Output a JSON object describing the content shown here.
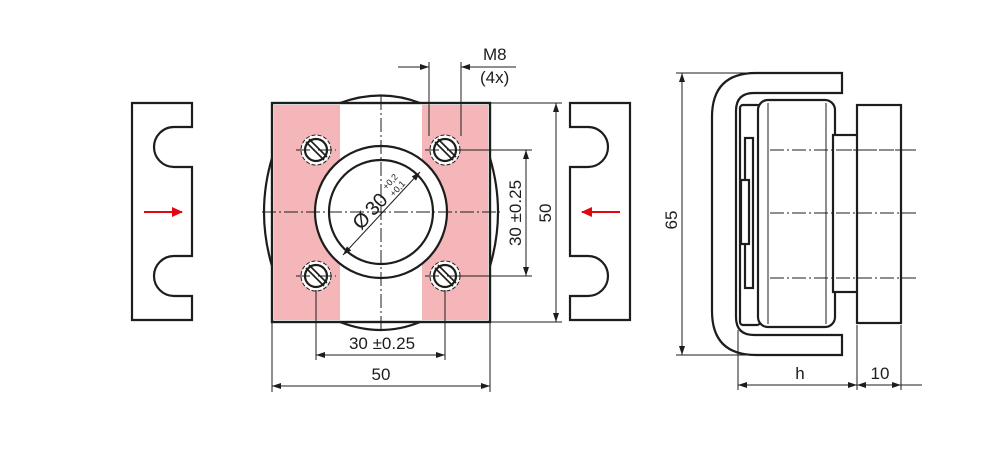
{
  "labels": {
    "thread": "M8",
    "thread_count": "(4x)",
    "diameter_symbol": "Ø",
    "diameter_value": "30",
    "diameter_tol_upper": "+0,2",
    "diameter_tol_lower": "+0,1",
    "hole_spacing_vertical": "30 ±0.25",
    "block_height": "50",
    "hole_spacing_horizontal": "30 ±0.25",
    "block_width": "50",
    "overall_height": "65",
    "height_var": "h",
    "flange_thickness": "10"
  },
  "colors": {
    "clamp_fill": "#f4b6b8",
    "arrow": "#e30613",
    "line": "#1d1d1b"
  }
}
